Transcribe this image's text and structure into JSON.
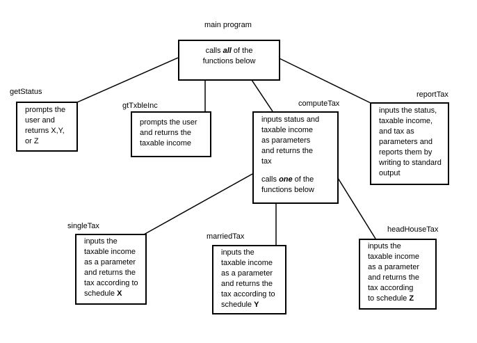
{
  "title": "main program",
  "main_box": {
    "prefix": "calls ",
    "emphasis": "all",
    "suffix": " of the",
    "line2": "functions below"
  },
  "nodes": {
    "getStatus": {
      "name": "getStatus",
      "lines": [
        "prompts the",
        "user and",
        "returns X,Y,",
        "or Z"
      ]
    },
    "gtTxbleInc": {
      "name": "gtTxbleInc",
      "lines": [
        "prompts the user",
        "and returns the",
        "taxable income"
      ]
    },
    "computeTax": {
      "name": "computeTax",
      "lines": [
        "inputs status and",
        "taxable income",
        "as parameters",
        "and returns the",
        "tax"
      ],
      "calls_prefix": "calls ",
      "calls_emphasis": "one",
      "calls_suffix": " of the",
      "calls_line2": "functions below"
    },
    "reportTax": {
      "name": "reportTax",
      "lines": [
        "inputs the status,",
        "taxable income,",
        "and tax as",
        "parameters and",
        "reports them by",
        "writing to standard",
        "output"
      ]
    },
    "singleTax": {
      "name": "singleTax",
      "lines": [
        "inputs the",
        "taxable income",
        "as a parameter",
        "and returns the",
        "tax according to"
      ],
      "schedule_prefix": "schedule ",
      "schedule_letter": "X"
    },
    "marriedTax": {
      "name": "marriedTax",
      "lines": [
        "inputs the",
        "taxable income",
        "as a parameter",
        "and returns the",
        "tax according to"
      ],
      "schedule_prefix": "schedule ",
      "schedule_letter": "Y"
    },
    "headHouseTax": {
      "name": "headHouseTax",
      "lines": [
        "inputs the",
        "taxable income",
        "as a parameter",
        "and returns the",
        "tax according",
        "to"
      ],
      "schedule_prefix": "schedule ",
      "schedule_letter": "Z"
    }
  }
}
